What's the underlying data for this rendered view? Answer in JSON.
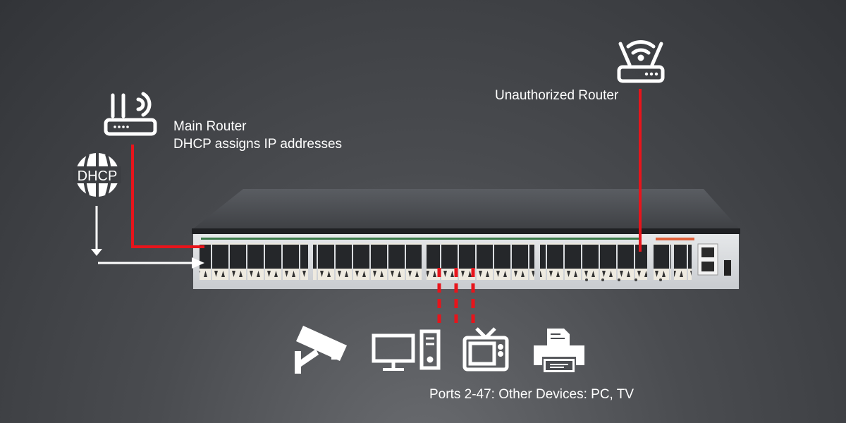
{
  "main_router": {
    "title": "Main Router",
    "subtitle": "DHCP assigns IP addresses",
    "icon": "wifi-router-icon"
  },
  "dhcp": {
    "label": "DHCP",
    "icon": "globe-icon"
  },
  "unauthorized_router": {
    "label": "Unauthorized Router",
    "icon": "router-icon"
  },
  "devices": {
    "caption": "Ports 2-47: Other Devices: PC, TV",
    "icons": [
      "security-camera-icon",
      "desktop-pc-icon",
      "tv-icon",
      "printer-icon"
    ]
  },
  "colors": {
    "accent": "#e8141b",
    "line": "#ffffff",
    "background": "#3a3c40"
  }
}
